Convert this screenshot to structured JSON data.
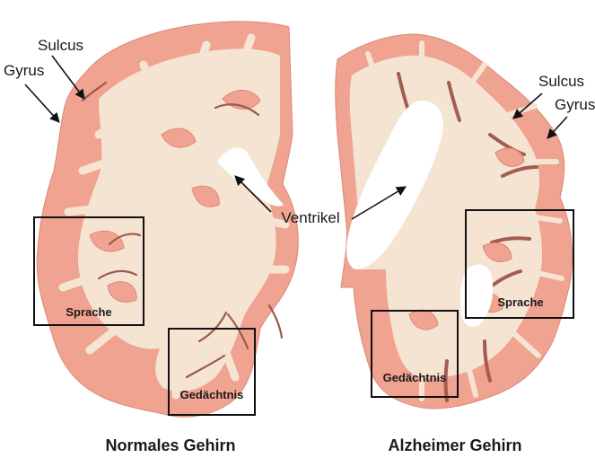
{
  "colors": {
    "cortex": "#f0a390",
    "white_matter": "#f6e4d3",
    "sulcus_line": "#9c5a4e",
    "ventricle": "#ffffff",
    "text": "#1a1a1a"
  },
  "normal_brain": {
    "caption": "Normales Gehirn",
    "sulcus_label": "Sulcus",
    "gyrus_label": "Gyrus",
    "box_language": "Sprache",
    "box_memory": "Gedächtnis"
  },
  "alzheimer_brain": {
    "caption": "Alzheimer Gehirn",
    "sulcus_label": "Sulcus",
    "gyrus_label": "Gyrus",
    "box_language": "Sprache",
    "box_memory": "Gedächtnis"
  },
  "ventricle_label": "Ventrikel"
}
